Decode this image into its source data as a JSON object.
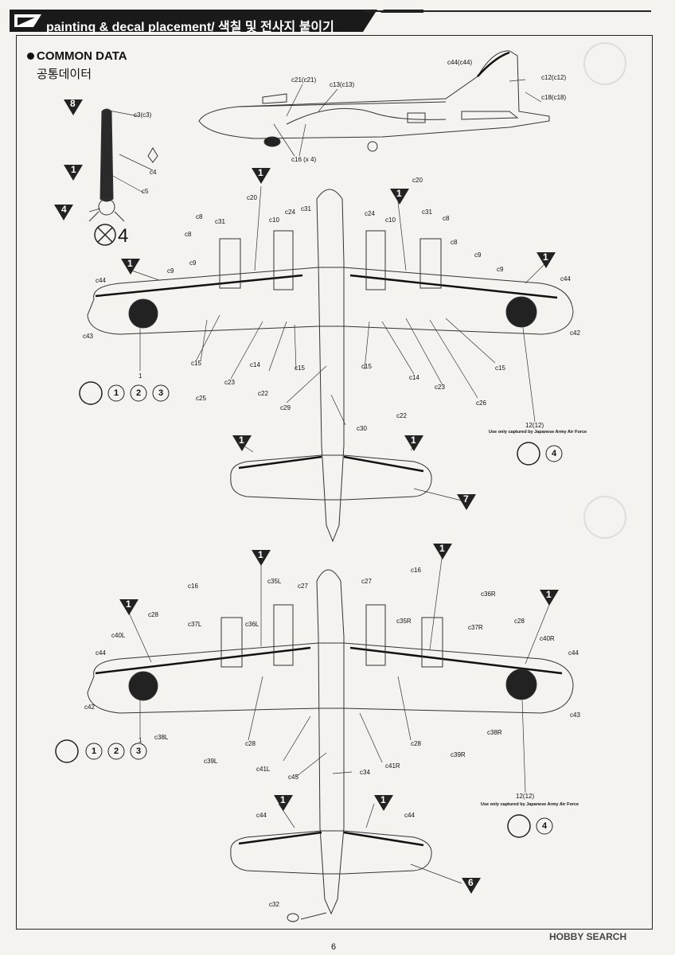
{
  "header": {
    "title": "painting & decal placement/ 색칠 및 전사지 붙이기"
  },
  "section": {
    "title": "COMMON DATA",
    "subtitle": "공통데이터"
  },
  "page_number": "6",
  "watermark": "HOBBY SEARCH",
  "notes": {
    "japanese_af": "Use only captured by Japanese Army Air Force"
  },
  "top_labels": {
    "c44": "c44(c44)",
    "c21": "c21(c21)",
    "c13": "c13(c13)",
    "c12": "c12(c12)",
    "c18": "c18(c18)",
    "c16x4": "c16 (x 4)",
    "c3": "c3(c3)",
    "c4": "c4",
    "c5": "c5",
    "c20": "c20",
    "c24": "c24",
    "c31": "c31",
    "c10": "c10",
    "c8": "c8",
    "c9": "c9",
    "c44b": "c44",
    "c43": "c43",
    "c42": "c42",
    "c15": "c15",
    "c14": "c14",
    "c22": "c22",
    "c23": "c23",
    "c25": "c25",
    "c29": "c29",
    "c30": "c30",
    "c26": "c26",
    "one": "1",
    "n12": "12(12)"
  },
  "bottom_labels": {
    "c16": "c16",
    "c35L": "c35L",
    "c27": "c27",
    "c36R": "c36R",
    "c28": "c28",
    "c37L": "c37L",
    "c36L": "c36L",
    "c35R": "c35R",
    "c37R": "c37R",
    "c40L": "c40L",
    "c40R": "c40R",
    "c44": "c44",
    "c42": "c42",
    "c43": "c43",
    "c38L": "c38L",
    "c38R": "c38R",
    "c39L": "c39L",
    "c39R": "c39R",
    "c41L": "c41L",
    "c41R": "c41R",
    "c45": "c45",
    "c34": "c34",
    "c32": "c32",
    "one": "1",
    "n12": "12(12)"
  },
  "markers": {
    "m8": "8",
    "m1": "1",
    "m4": "4",
    "m7": "7",
    "m6": "6",
    "x4": "4",
    "v1": "1",
    "v2": "2",
    "v3": "3"
  }
}
